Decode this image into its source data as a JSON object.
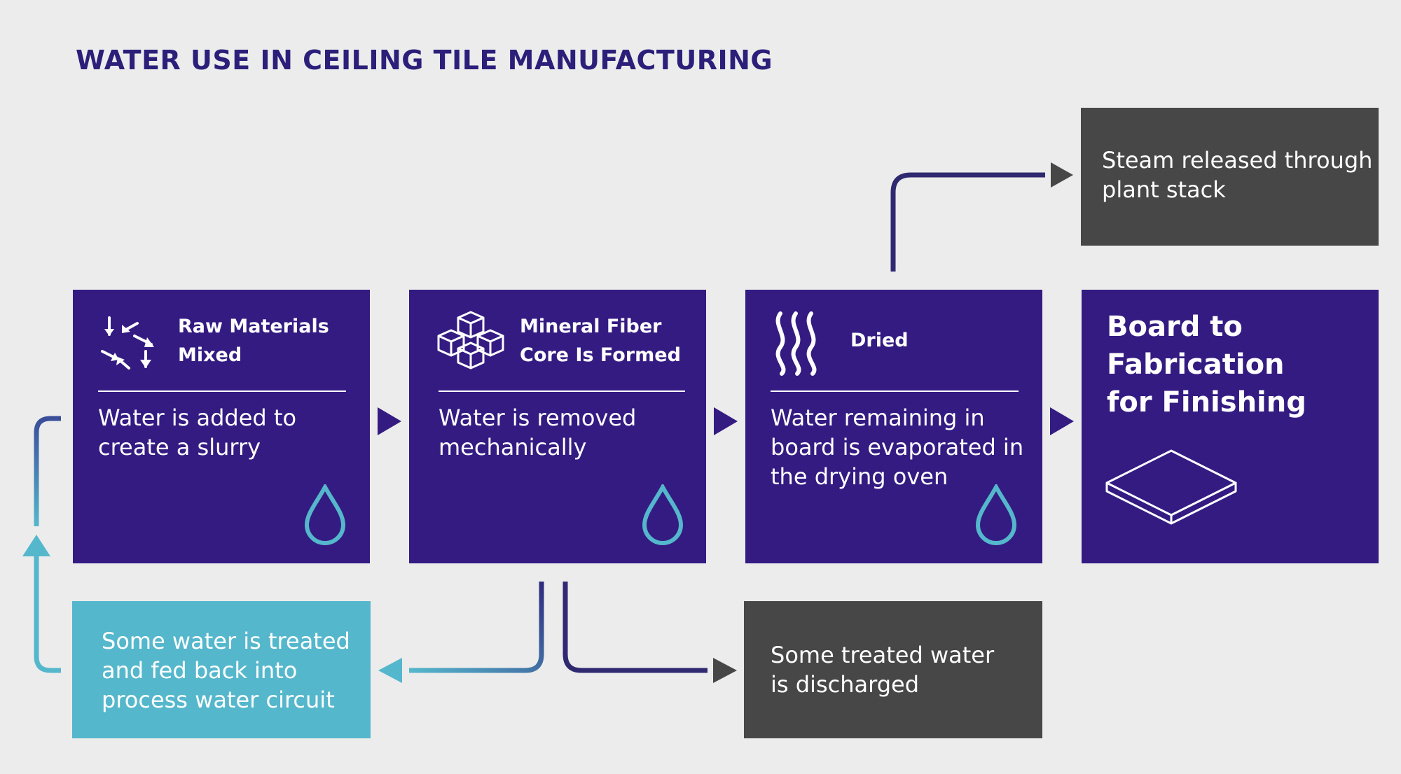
{
  "title": "WATER USE IN CEILING TILE MANUFACTURING",
  "stages": [
    {
      "heading_line1": "Raw Materials",
      "heading_line2": "Mixed",
      "icon": "recycle-arrows-icon",
      "desc_line1": "Water is added to",
      "desc_line2": "create a slurry",
      "desc_line3": ""
    },
    {
      "heading_line1": "Mineral Fiber",
      "heading_line2": "Core Is Formed",
      "icon": "cubes-icon",
      "desc_line1": "Water is removed",
      "desc_line2": "mechanically",
      "desc_line3": ""
    },
    {
      "heading_line1": "Dried",
      "heading_line2": "",
      "icon": "heat-waves-icon",
      "desc_line1": "Water remaining in",
      "desc_line2": "board is evaporated in",
      "desc_line3": "the drying oven"
    }
  ],
  "final": {
    "line1": "Board to",
    "line2": "Fabrication",
    "line3": "for Finishing",
    "icon": "board-icon"
  },
  "steam": {
    "line1": "Steam released through",
    "line2": "plant stack"
  },
  "recycle": {
    "line1": "Some water is treated",
    "line2": "and fed back into",
    "line3": "process water circuit"
  },
  "discharge": {
    "line1": "Some treated water",
    "line2": "is discharged"
  },
  "colors": {
    "purple": "#341b82",
    "dark_gray": "#474747",
    "teal": "#55b7cc",
    "title": "#2b1f7a",
    "background": "#ececec"
  }
}
